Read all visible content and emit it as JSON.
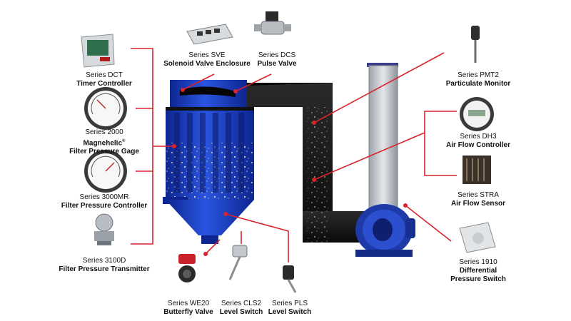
{
  "colors": {
    "leader": "#d9232d",
    "vessel": "#1a3ec2",
    "vessel_dark": "#0d2590",
    "duct": "#141414",
    "stack": "#c9ccd2",
    "blower": "#1e3aa8"
  },
  "products": {
    "dct": {
      "series": "Series DCT",
      "name": "Timer Controller"
    },
    "m2000": {
      "series": "Series 2000",
      "name": "Magnehelic",
      "mark": "®",
      "name2": "Filter Pressure Gage"
    },
    "m3000": {
      "series": "Series 3000MR",
      "name": "Filter Pressure Controller"
    },
    "t3100": {
      "series": "Series 3100D",
      "name": "Filter Pressure Transmitter"
    },
    "sve": {
      "series": "Series SVE",
      "name": "Solenoid Valve Enclosure"
    },
    "dcs": {
      "series": "Series DCS",
      "name": "Pulse Valve"
    },
    "we20": {
      "series": "Series WE20",
      "name": "Butterfly Valve"
    },
    "cls2": {
      "series": "Series CLS2",
      "name": "Level Switch"
    },
    "pls": {
      "series": "Series PLS",
      "name": "Level Switch"
    },
    "pmt2": {
      "series": "Series PMT2",
      "name": "Particulate Monitor"
    },
    "dh3": {
      "series": "Series DH3",
      "name": "Air Flow Controller"
    },
    "stra": {
      "series": "Series STRA",
      "name": "Air Flow Sensor"
    },
    "d1910": {
      "series": "Series 1910",
      "name": "Differential",
      "name2": "Pressure Switch"
    }
  }
}
